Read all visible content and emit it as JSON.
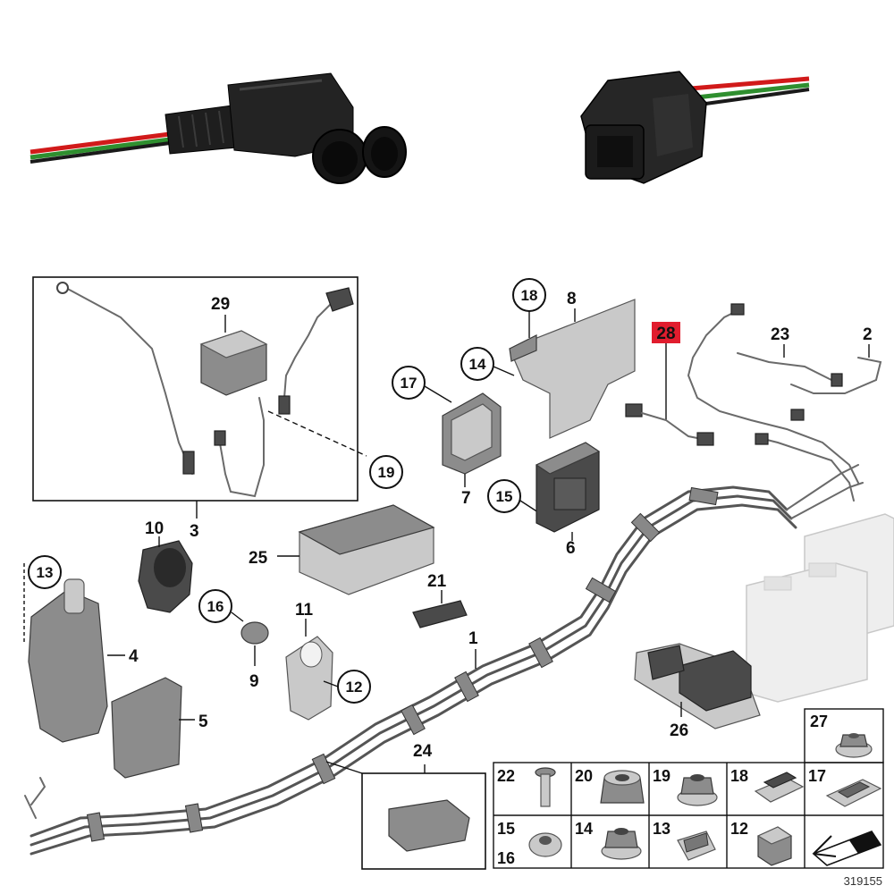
{
  "photos": {
    "connector_left": {
      "wire_colors": [
        "#d11a1a",
        "#2f8f2f",
        "#1a1a1a"
      ]
    },
    "connector_right": {
      "wire_colors": [
        "#d11a1a",
        "#2f8f2f",
        "#1a1a1a"
      ]
    }
  },
  "callouts": {
    "c1": "1",
    "c2": "2",
    "c3": "3",
    "c4": "4",
    "c5": "5",
    "c6": "6",
    "c7": "7",
    "c8": "8",
    "c9": "9",
    "c10": "10",
    "c11": "11",
    "c12": "12",
    "c13": "13",
    "c14": "14",
    "c15": "15",
    "c16": "16",
    "c17": "17",
    "c18": "18",
    "c19": "19",
    "c21": "21",
    "c23": "23",
    "c24": "24",
    "c25": "25",
    "c26": "26",
    "c28": "28",
    "c29": "29"
  },
  "highlight_color": "#e11d2e",
  "parts_table": {
    "cells": [
      {
        "label": "27",
        "icon": "flange-nut-icon"
      },
      {
        "label": "22",
        "icon": "bolt-icon"
      },
      {
        "label": "20",
        "icon": "threaded-sleeve-icon"
      },
      {
        "label": "19",
        "icon": "hex-nut-icon"
      },
      {
        "label": "18",
        "icon": "clip-plate-icon"
      },
      {
        "label": "17",
        "icon": "grommet-plate-icon"
      },
      {
        "label": "15",
        "label2": "16",
        "icon": "collar-nut-icon"
      },
      {
        "label": "14",
        "icon": "hex-flange-nut-icon"
      },
      {
        "label": "13",
        "icon": "spring-clip-icon"
      },
      {
        "label": "12",
        "icon": "cap-icon"
      }
    ]
  },
  "reference_number": "319155"
}
